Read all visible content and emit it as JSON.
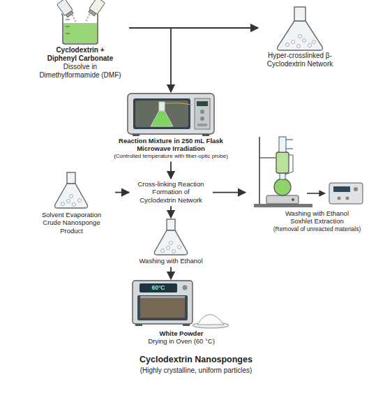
{
  "diagram": {
    "title": "Cyclodextrin Nanosponges",
    "caption": "(Highly crystalline, uniform particles)",
    "nodes": [
      {
        "text": [
          "Cyclodextrin + Diphenyl Carbonate",
          "Dissolve in Dimethylformamide (DMF)"
        ]
      },
      {
        "text": [
          "Hyper-crosslinked β-Cyclodextrin Network"
        ]
      },
      {
        "text": [
          "Reaction Mixture in 250 mL Flask",
          "Microwave Irradiation",
          "(Controlled temperature with fiber-optic probe)"
        ]
      },
      {
        "text": [
          "Cross-linking Reaction Formation of Cyclodextrin Network"
        ]
      },
      {
        "text": [
          "Solvent Evaporation",
          "Crude Nanosponge Product"
        ]
      },
      {
        "text": [
          "Washing with Ethanol",
          "Soxhlet Extraction",
          "(Removal of unreacted materials)"
        ]
      },
      {
        "text": [
          "Washing with Ethanol"
        ]
      },
      {
        "text": [
          "White Powder",
          "Drying in Oven (60 °C)"
        ]
      }
    ],
    "edges": [
      {
        "from": 0,
        "to": 1,
        "arrow": "to"
      },
      {
        "from": 0,
        "to": 2,
        "arrow": "to"
      },
      {
        "from": 2,
        "to": 3,
        "arrow": "to"
      },
      {
        "from": 4,
        "to": 3,
        "arrow": "to"
      },
      {
        "from": 3,
        "to": 5,
        "arrow": "to"
      },
      {
        "from": 3,
        "to": 6,
        "arrow": "to"
      },
      {
        "from": 6,
        "to": 7,
        "arrow": "to"
      }
    ],
    "labels": [
      "60°C"
    ]
  }
}
